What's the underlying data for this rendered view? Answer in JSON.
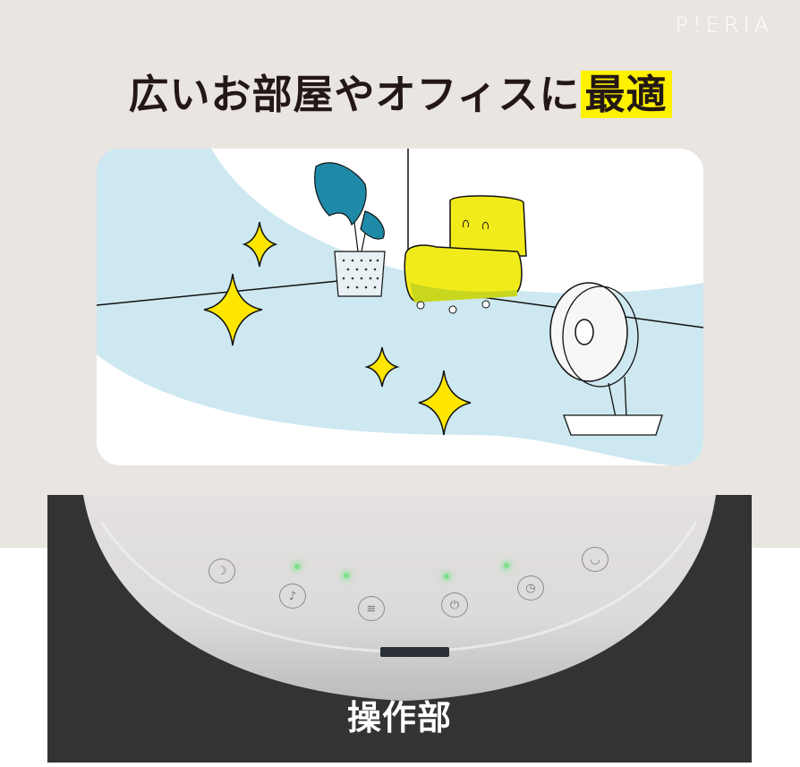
{
  "brand": {
    "logo_text": "P!ERIA"
  },
  "headline": {
    "main_text": "広いお部屋やオフィスに",
    "highlight_text": "最適",
    "highlight_color": "#fff100",
    "text_color": "#231815"
  },
  "illustration": {
    "description": "Room with plant, yellow sofa, circulator fan and sparkles",
    "elements": [
      "plant-pot",
      "yellow-sofa",
      "circulator-fan",
      "sparkle",
      "sparkle",
      "sparkle",
      "sparkle"
    ],
    "colors": {
      "airflow": "#cde8f0",
      "sofa": "#f2eb1c",
      "leaf": "#1f8aa8",
      "sparkle": "#ffe600",
      "background": "#e9e5e1"
    }
  },
  "control_panel": {
    "caption": "操作部",
    "buttons": [
      {
        "name": "sleep-mode",
        "icon": "moon-icon",
        "glyph": "☽"
      },
      {
        "name": "sound-mode",
        "icon": "music-moon-icon",
        "glyph": "♪"
      },
      {
        "name": "swing-mode",
        "icon": "swing-icon",
        "glyph": "≡"
      },
      {
        "name": "power",
        "icon": "power-icon",
        "glyph": "⏻"
      },
      {
        "name": "timer",
        "icon": "timer-icon",
        "glyph": "◷"
      },
      {
        "name": "rhythm-mode",
        "icon": "wave-icon",
        "glyph": "◡"
      }
    ],
    "led_color": "#7de08a"
  }
}
